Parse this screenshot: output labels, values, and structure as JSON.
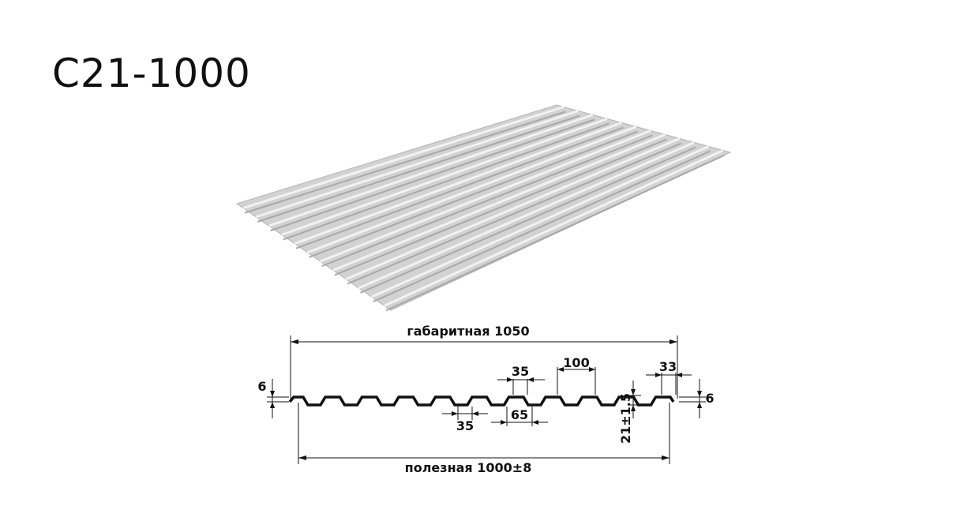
{
  "title": "С21-1000",
  "colors": {
    "sheet": "#c9c9c9",
    "sheet_dark": "#9e9e9e",
    "profile_line": "#111111"
  },
  "dimensions": {
    "overall_label": "габаритная 1050",
    "useful_label": "полезная 1000±8",
    "top_width": "35",
    "pitch": "100",
    "edge": "33",
    "bottom_width": "35",
    "bottom_span": "65",
    "height": "21±1.5",
    "edge_left": "6",
    "edge_right": "6"
  }
}
